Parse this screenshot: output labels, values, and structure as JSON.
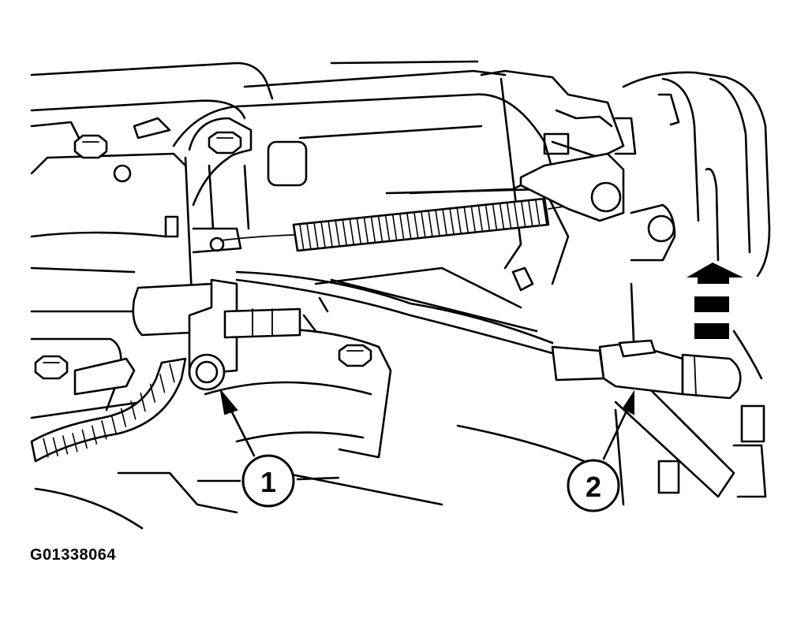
{
  "callouts": [
    {
      "label": "1"
    },
    {
      "label": "2"
    }
  ],
  "figure_id": "G01338064",
  "icons": {
    "direction": "up-arrow-icon"
  }
}
